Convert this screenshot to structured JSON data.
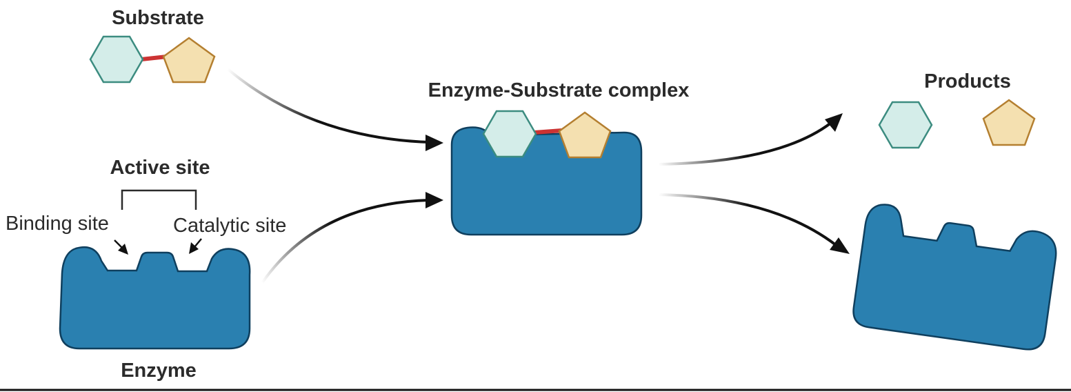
{
  "labels": {
    "substrate": "Substrate",
    "complex": "Enzyme-Substrate complex",
    "products": "Products",
    "active_site": "Active site",
    "binding_site": "Binding site",
    "catalytic_site": "Catalytic site",
    "enzyme": "Enzyme"
  },
  "colors": {
    "enzyme_fill": "#2a80b0",
    "enzyme_stroke": "#0f3f5e",
    "hexagon_fill": "#d4ede9",
    "hexagon_stroke": "#3c8c80",
    "pentagon_fill": "#f4e0b0",
    "pentagon_stroke": "#b47f30",
    "bond": "#cc3333",
    "arrow": "#111111",
    "text": "#2b2b2b"
  }
}
